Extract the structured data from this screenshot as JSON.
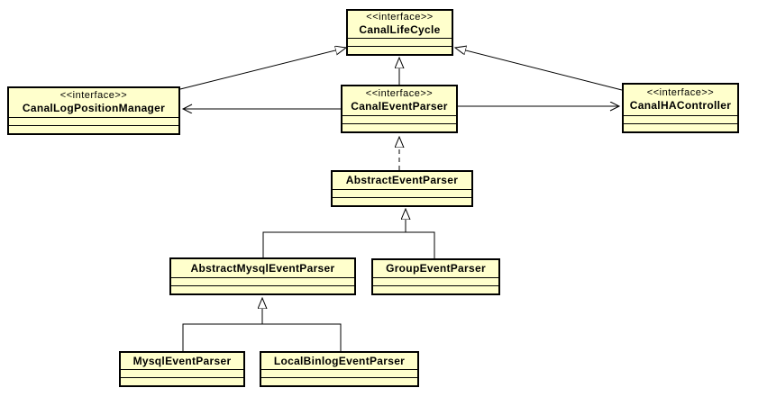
{
  "diagram": {
    "kind": "uml-class-diagram",
    "background_color": "#FFFFFF",
    "node_fill_color": "#FFFFCC",
    "node_border_color": "#000000",
    "edge_color": "#000000",
    "interface_stereotype": "<<interface>>"
  },
  "classes": [
    {
      "name": "CanalLifeCycle",
      "stereotype": "<<interface>>"
    },
    {
      "name": "CanalLogPositionManager",
      "stereotype": "<<interface>>"
    },
    {
      "name": "CanalEventParser",
      "stereotype": "<<interface>>"
    },
    {
      "name": "CanalHAController",
      "stereotype": "<<interface>>"
    },
    {
      "name": "AbstractEventParser"
    },
    {
      "name": "AbstractMysqlEventParser"
    },
    {
      "name": "GroupEventParser"
    },
    {
      "name": "MysqlEventParser"
    },
    {
      "name": "LocalBinlogEventParser"
    }
  ],
  "relationships": [
    {
      "from": "CanalLogPositionManager",
      "to": "CanalLifeCycle",
      "type": "generalization"
    },
    {
      "from": "CanalEventParser",
      "to": "CanalLifeCycle",
      "type": "generalization"
    },
    {
      "from": "CanalHAController",
      "to": "CanalLifeCycle",
      "type": "generalization"
    },
    {
      "from": "CanalEventParser",
      "to": "CanalLogPositionManager",
      "type": "directed-association"
    },
    {
      "from": "CanalEventParser",
      "to": "CanalHAController",
      "type": "directed-association"
    },
    {
      "from": "AbstractEventParser",
      "to": "CanalEventParser",
      "type": "realization"
    },
    {
      "from": "AbstractMysqlEventParser",
      "to": "AbstractEventParser",
      "type": "generalization"
    },
    {
      "from": "GroupEventParser",
      "to": "AbstractEventParser",
      "type": "generalization"
    },
    {
      "from": "MysqlEventParser",
      "to": "AbstractMysqlEventParser",
      "type": "generalization"
    },
    {
      "from": "LocalBinlogEventParser",
      "to": "AbstractMysqlEventParser",
      "type": "generalization"
    }
  ]
}
